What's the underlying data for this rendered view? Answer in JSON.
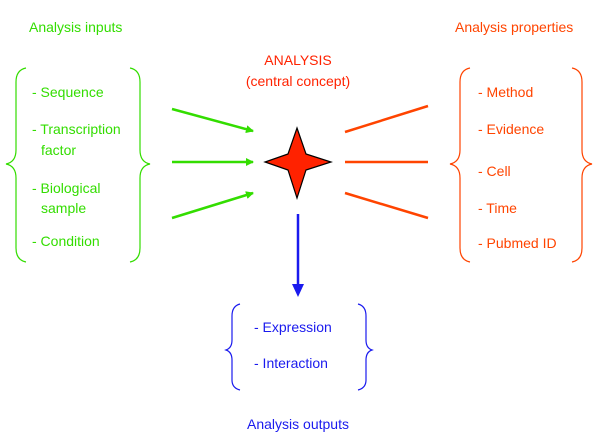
{
  "inputs": {
    "title": "Analysis inputs",
    "items": [
      {
        "line1": "- Sequence",
        "line2": ""
      },
      {
        "line1": "- Transcription",
        "line2": "factor"
      },
      {
        "line1": "- Biological",
        "line2": "sample"
      },
      {
        "line1": "- Condition",
        "line2": ""
      }
    ]
  },
  "properties": {
    "title": "Analysis properties",
    "items": [
      "- Method",
      "- Evidence",
      "- Cell",
      "- Time",
      "- Pubmed ID"
    ]
  },
  "analysis": {
    "title": "ANALYSIS",
    "subtitle": "(central concept)"
  },
  "outputs": {
    "title": "Analysis outputs",
    "items": [
      "- Expression",
      "- Interaction"
    ]
  },
  "colors": {
    "inputs": "#33dd00",
    "properties": "#ff4400",
    "outputs": "#1a1aee",
    "star_fill": "#ff2200",
    "star_stroke": "#000000"
  }
}
